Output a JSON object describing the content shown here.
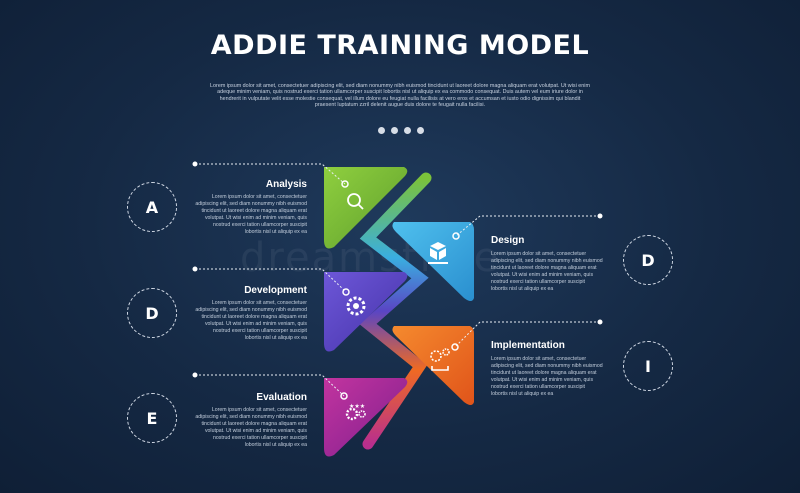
{
  "header": {
    "title": "ADDIE TRAINING MODEL",
    "subtitle": "Lorem ipsum dolor sit amet, consectetuer adipiscing elit, sed diam nonummy nibh euismod tincidunt ut laoreet dolore magna aliquam erat volutpat. Ut wisi enim adeque minim veniam, quis nostrud exerci tation ullamcorper suscipit lobortis nisl ut aliquip ex ea commodo consequat. Duis autem vel eum iriure dolor in hendrerit in vulputate velit esse molestie consequat, vel illum dolore eu feugiat nulla facilisis at vero eros et accumsan et iusto odio dignissim qui blandit praesent luptatum zzril delenit augue duis dolore te feugait nulla facilisi."
  },
  "stages": [
    {
      "letter": "A",
      "title": "Analysis",
      "color": "#7bb93c",
      "icon": "magnifier-icon",
      "desc": "Lorem ipsum dolor sit amet, consectetuer adipiscing elit, sed diam nonummy nibh euismod tincidunt ut laoreet dolore magna aliquam erat volutpat. Ut wisi enim ad minim veniam, quis nostrud exerci tation ullamcorper suscipit lobortis nisl ut aliquip ex ea"
    },
    {
      "letter": "D",
      "title": "Design",
      "color": "#3aaee0",
      "icon": "box-icon",
      "desc": "Lorem ipsum dolor sit amet, consectetuer adipiscing elit, sed diam nonummy nibh euismod tincidunt ut laoreet dolore magna aliquam erat volutpat. Ut wisi enim ad minim veniam, quis nostrud exerci tation ullamcorper suscipit lobortis nisl ut aliquip ex ea"
    },
    {
      "letter": "D",
      "title": "Development",
      "color": "#5a45c4",
      "icon": "gear-icon",
      "desc": "Lorem ipsum dolor sit amet, consectetuer adipiscing elit, sed diam nonummy nibh euismod tincidunt ut laoreet dolore magna aliquam erat volutpat. Ut wisi enim ad minim veniam, quis nostrud exerci tation ullamcorper suscipit lobortis nisl ut aliquip ex ea"
    },
    {
      "letter": "I",
      "title": "Implementation",
      "color": "#ef6a22",
      "icon": "gears-icon",
      "desc": "Lorem ipsum dolor sit amet, consectetuer adipiscing elit, sed diam nonummy nibh euismod tincidunt ut laoreet dolore magna aliquam erat volutpat. Ut wisi enim ad minim veniam, quis nostrud exerci tation ullamcorper suscipit lobortis nisl ut aliquip ex ea"
    },
    {
      "letter": "E",
      "title": "Evaluation",
      "color": "#a42a9c",
      "icon": "cog-stars-icon",
      "desc": "Lorem ipsum dolor sit amet, consectetuer adipiscing elit, sed diam nonummy nibh euismod tincidunt ut laoreet dolore magna aliquam erat volutpat. Ut wisi enim ad minim veniam, quis nostrud exerci tation ullamcorper suscipit lobortis nisl ut aliquip ex ea"
    }
  ]
}
